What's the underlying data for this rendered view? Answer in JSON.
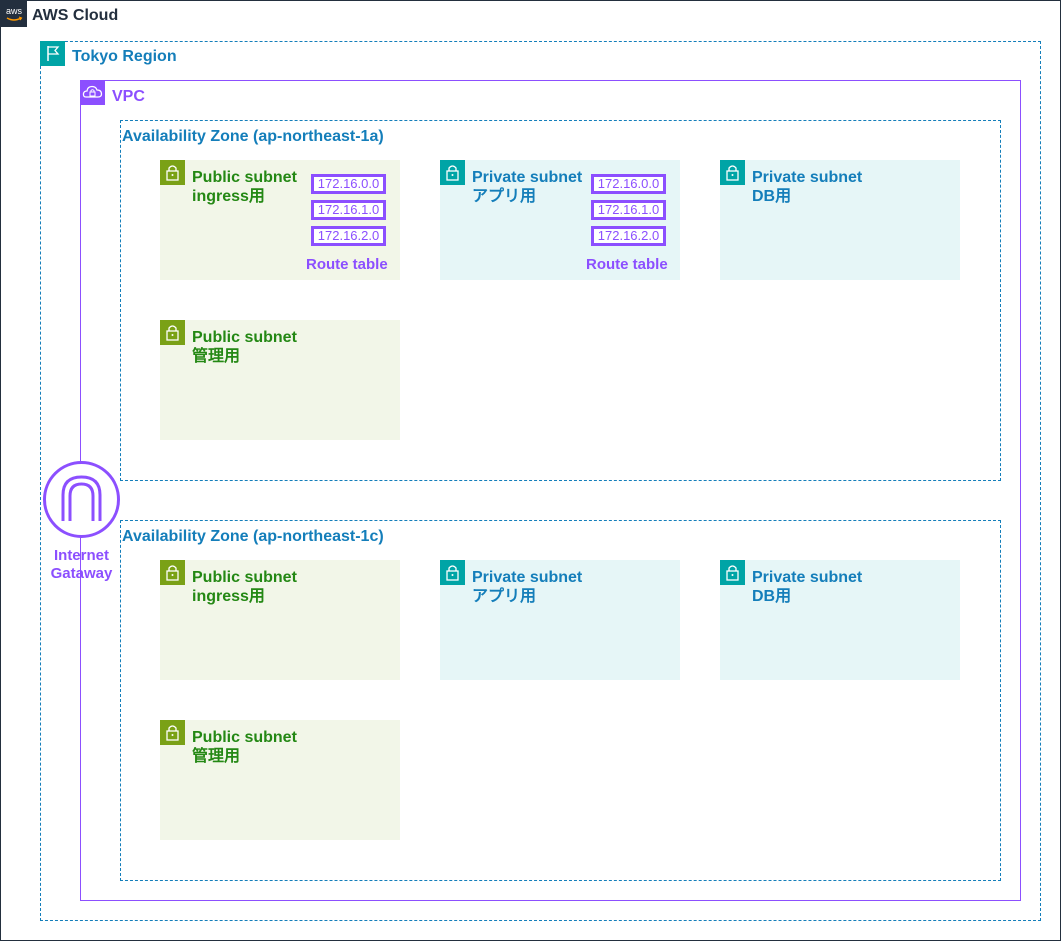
{
  "cloud": {
    "label": "AWS Cloud",
    "icon": "aws-logo-icon",
    "icon_text": "aws"
  },
  "region": {
    "label": "Tokyo Region",
    "icon": "flag-icon"
  },
  "vpc": {
    "label": "VPC",
    "icon": "vpc-cloud-icon"
  },
  "internet_gateway": {
    "line1": "Internet",
    "line2": "Gataway",
    "icon": "internet-gateway-icon"
  },
  "az1": {
    "label": "Availability Zone (ap-northeast-1a)",
    "subnets": [
      {
        "line1": "Public subnet",
        "line2": "ingress用"
      },
      {
        "line1": "Private subnet",
        "line2": "アプリ用"
      },
      {
        "line1": "Private subnet",
        "line2": "DB用"
      },
      {
        "line1": "Public subnet",
        "line2": "管理用"
      }
    ]
  },
  "az2": {
    "label": "Availability Zone (ap-northeast-1c)",
    "subnets": [
      {
        "line1": "Public subnet",
        "line2": "ingress用"
      },
      {
        "line1": "Private subnet",
        "line2": "アプリ用"
      },
      {
        "line1": "Private subnet",
        "line2": "DB用"
      },
      {
        "line1": "Public subnet",
        "line2": "管理用"
      }
    ]
  },
  "route_tables": [
    {
      "label": "Route table",
      "entries": [
        "172.16.0.0",
        "172.16.1.0",
        "172.16.2.0"
      ]
    },
    {
      "label": "Route table",
      "entries": [
        "172.16.0.0",
        "172.16.1.0",
        "172.16.2.0"
      ]
    }
  ],
  "colors": {
    "cloud": "#232f3e",
    "region": "#147eba",
    "region_icon": "#00a4a6",
    "vpc": "#8c4fff",
    "public_subnet_fill": "#f2f6e8",
    "public_subnet_text": "#248814",
    "private_subnet_fill": "#e6f6f7",
    "private_subnet_text": "#147eba"
  }
}
